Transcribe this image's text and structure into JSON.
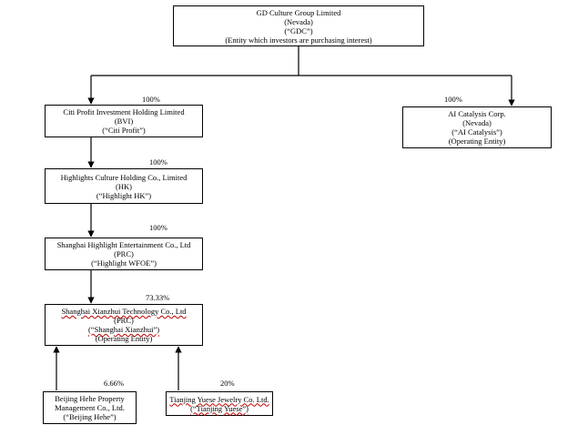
{
  "entities": {
    "gdc": [
      "GD Culture Group Limited",
      "(Nevada)",
      "(“GDC”)",
      "(Entity which investors are purchasing interest)"
    ],
    "citi": [
      "Citi Profit Investment Holding Limited",
      "(BVI)",
      "(“Citi Profit”)"
    ],
    "ai": [
      "AI Catalysis Corp.",
      "(Nevada)",
      "(“AI Catalysis”)",
      "(Operating Entity)"
    ],
    "hk": [
      "Highlights Culture Holding Co., Limited",
      "(HK)",
      "(“Highlight HK”)"
    ],
    "wfoe": [
      "Shanghai Highlight Entertainment Co., Ltd",
      "(PRC)",
      "(“Highlight WFOE”)"
    ],
    "xianzhui": [
      "Shanghai Xianzhui Technology Co., Ltd",
      "(PRC)",
      "(“Shanghai Xianzhui”)",
      "(Operating Entity)"
    ],
    "hehe": [
      "Beijing Hehe Property",
      "Management Co., Ltd.",
      "(“Beijing Hehe”)"
    ],
    "yuese": [
      "Tianjing Yuese Jewelry Co. Ltd.",
      "(“Tianjing Yuese”)"
    ]
  },
  "ownership": {
    "gdc_citi": "100%",
    "gdc_ai": "100%",
    "citi_hk": "100%",
    "hk_wfoe": "100%",
    "wfoe_xianzhui": "73.33%",
    "hehe_xianzhui": "6.66%",
    "yuese_xianzhui": "20%"
  }
}
